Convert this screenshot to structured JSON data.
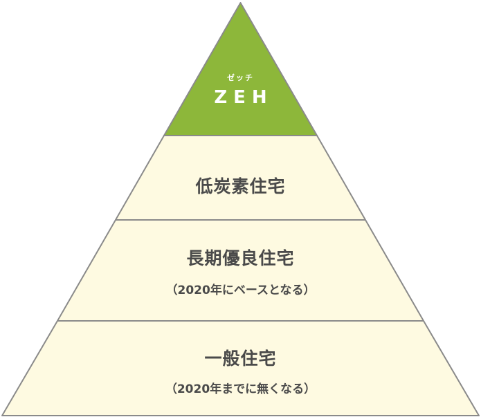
{
  "colors": {
    "apex_fill": "#8db73a",
    "tier_fill": "#fefae1",
    "outline": "#8a8a8a"
  },
  "pyramid": {
    "apex": {
      "ruby": "ゼッチ",
      "title": "ZEH"
    },
    "tiers": [
      {
        "title": "低炭素住宅",
        "subtitle": ""
      },
      {
        "title": "長期優良住宅",
        "subtitle": "（2020年にベースとなる）"
      },
      {
        "title": "一般住宅",
        "subtitle": "（2020年までに無くなる）"
      }
    ]
  }
}
